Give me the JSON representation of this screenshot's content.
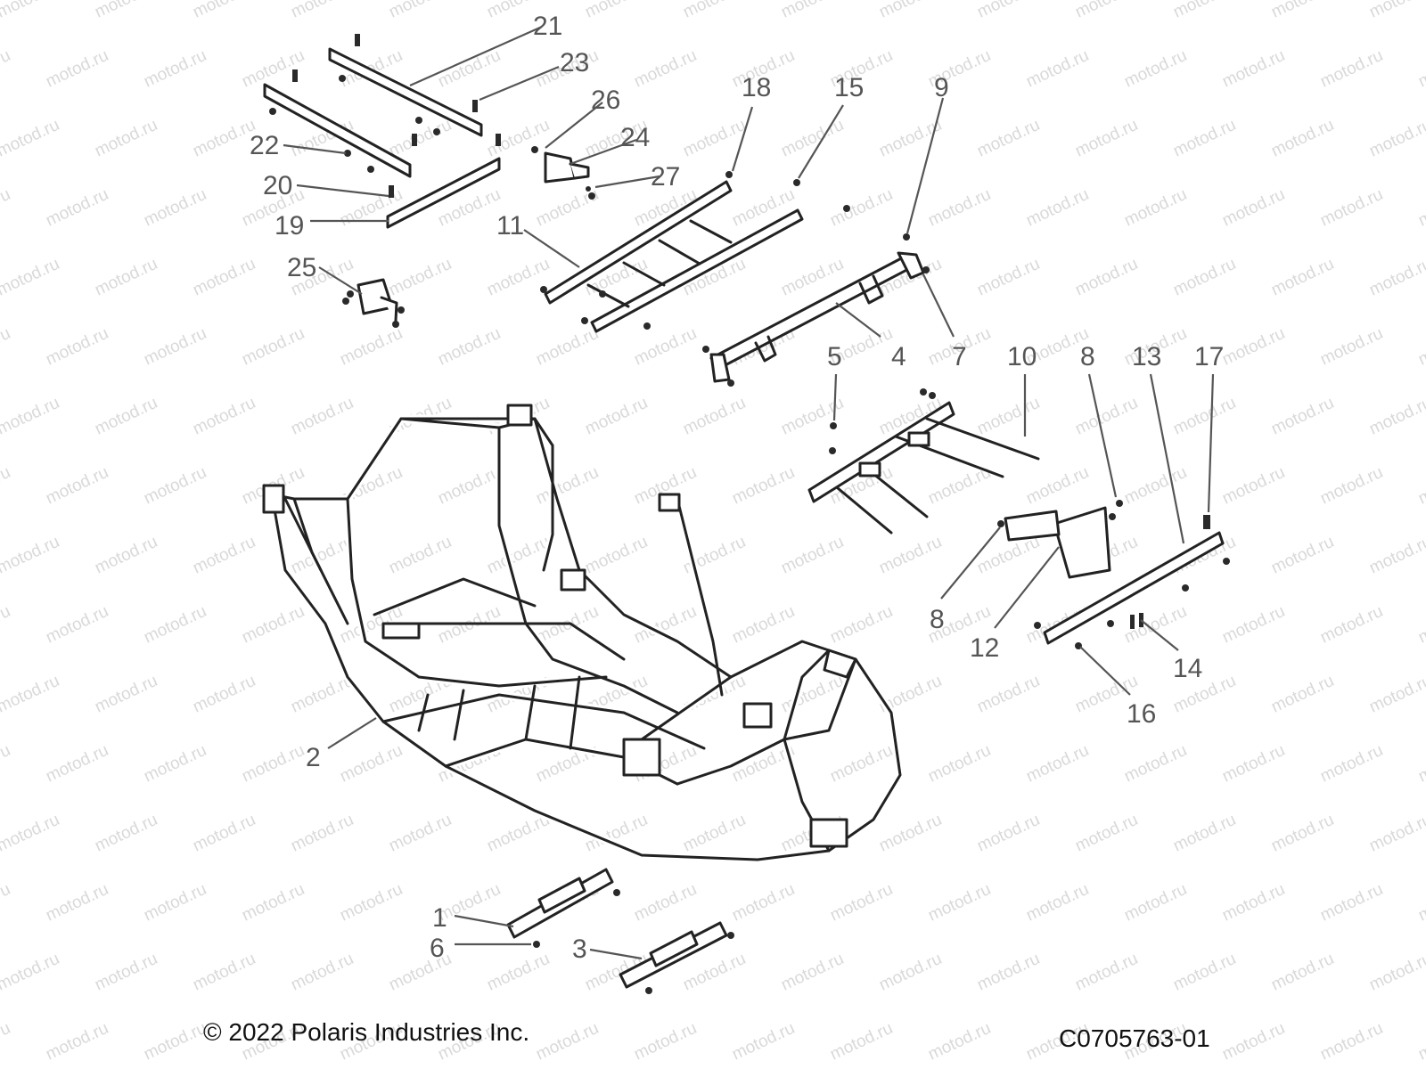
{
  "watermark": {
    "text": "motod.ru"
  },
  "callouts": [
    "21",
    "23",
    "26",
    "24",
    "27",
    "22",
    "20",
    "19",
    "25",
    "11",
    "18",
    "15",
    "9",
    "4",
    "7",
    "5",
    "10",
    "8",
    "13",
    "17",
    "8",
    "12",
    "14",
    "16",
    "2",
    "1",
    "6",
    "3"
  ],
  "footer": {
    "copyright": "© 2022 Polaris Industries Inc.",
    "drawing_number": "C0705763-01"
  },
  "colors": {
    "line": "#222222",
    "callout_text": "#555555",
    "watermark": "#d9d9d9",
    "background": "#ffffff"
  }
}
